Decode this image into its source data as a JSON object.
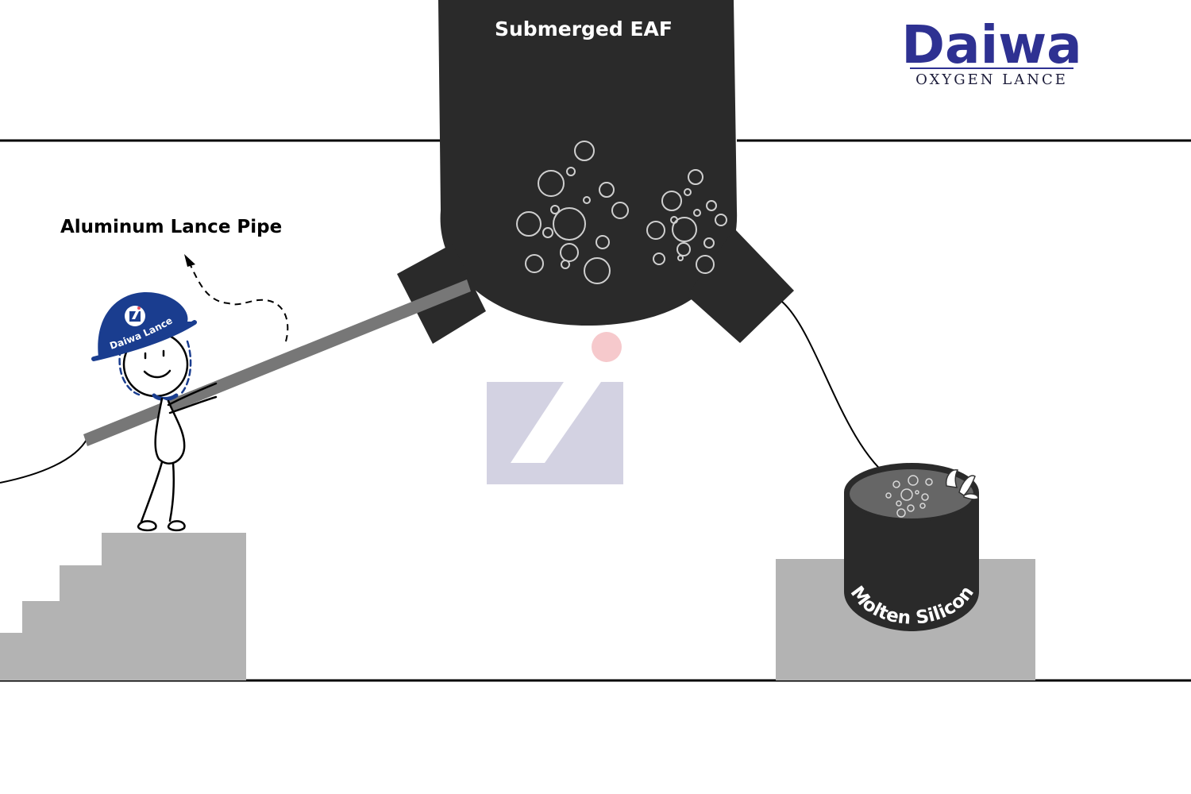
{
  "labels": {
    "furnace": "Submerged EAF",
    "lance": "Aluminum Lance Pipe",
    "ladle": "Molten Silicon",
    "helmet": "Daiwa Lance"
  },
  "logo": {
    "title": "Daiwa",
    "subtitle": "OXYGEN LANCE"
  },
  "icons": {
    "watermark": "daiwa-lance-logo-mark",
    "helmet_badge": "daiwa-lance-logo-mark"
  },
  "colors": {
    "furnace": "#2a2a2a",
    "lance": "#777777",
    "platform": "#b3b3b3",
    "brand_blue": "#2e3192",
    "helmet_blue": "#1a3d8f",
    "watermark": "#d3d2e2",
    "watermark_dot": "#f6c9cc"
  }
}
